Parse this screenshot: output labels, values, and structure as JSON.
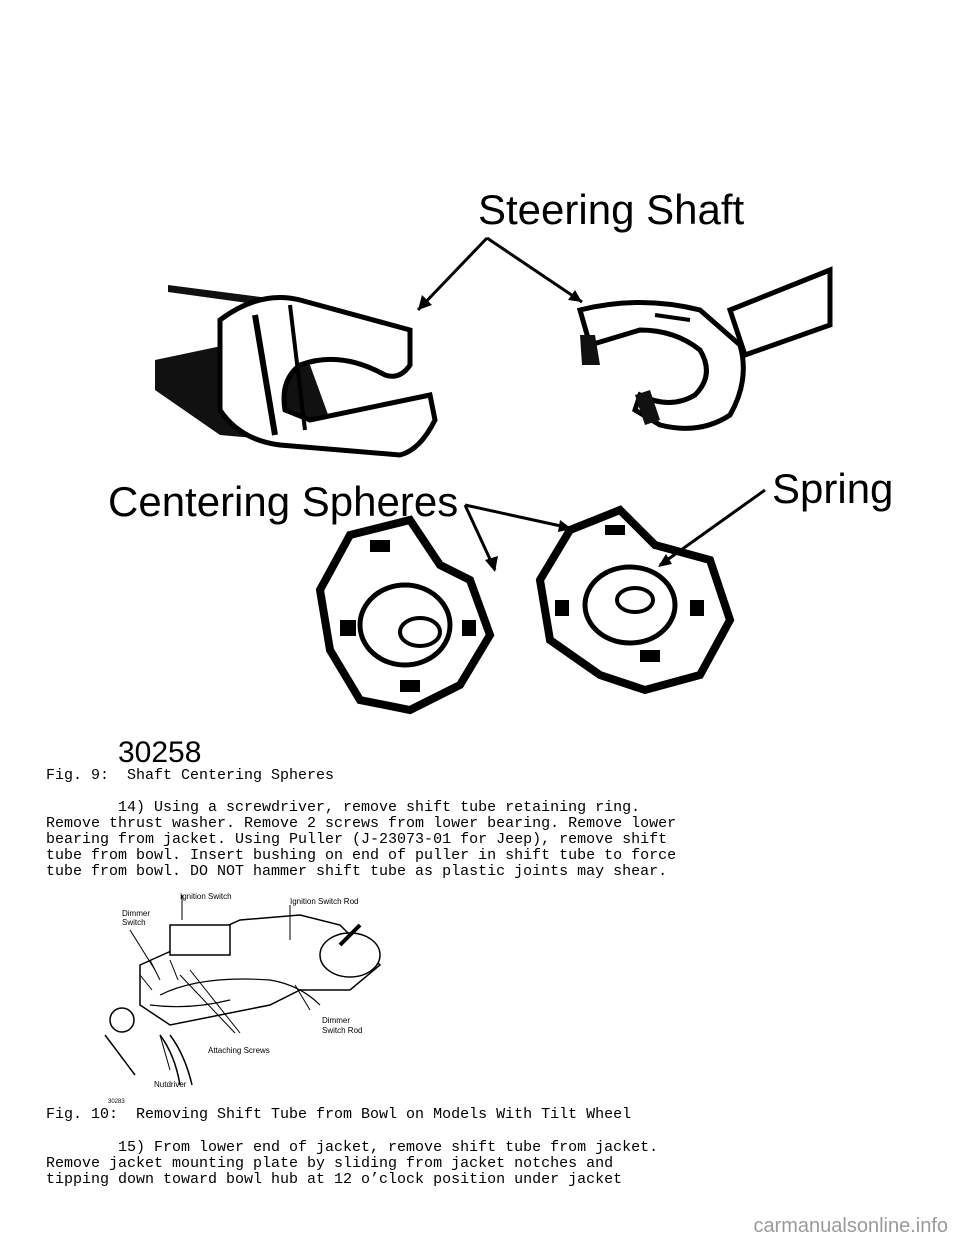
{
  "figure9": {
    "labels": {
      "steering_shaft": "Steering Shaft",
      "centering_spheres": "Centering Spheres",
      "spring": "Spring",
      "number": "30258"
    },
    "caption": "Fig. 9:  Shaft Centering Spheres"
  },
  "step14": {
    "lines": [
      "        14) Using a screwdriver, remove shift tube retaining ring.",
      "Remove thrust washer. Remove 2 screws from lower bearing. Remove lower",
      "bearing from jacket. Using Puller (J-23073-01 for Jeep), remove shift",
      "tube from bowl. Insert bushing on end of puller in shift tube to force",
      "tube from bowl. DO NOT hammer shift tube as plastic joints may shear."
    ]
  },
  "figure10": {
    "labels": {
      "ignition_switch": "Ignition Switch",
      "ignition_switch_rod": "Ignition Switch Rod",
      "dimmer_switch_1": "Dimmer",
      "dimmer_switch_2": "Switch",
      "dimmer_switch_rod_1": "Dimmer",
      "dimmer_switch_rod_2": "Switch Rod",
      "attaching_screws": "Attaching Screws",
      "nutdriver": "Nutdriver",
      "number": "30283"
    },
    "caption": "Fig. 10:  Removing Shift Tube from Bowl on Models With Tilt Wheel"
  },
  "step15": {
    "lines": [
      "        15) From lower end of jacket, remove shift tube from jacket.",
      "Remove jacket mounting plate by sliding from jacket notches and",
      "tipping down toward bowl hub at 12 o’clock position under jacket"
    ]
  },
  "watermark": "carmanualsonline.info"
}
